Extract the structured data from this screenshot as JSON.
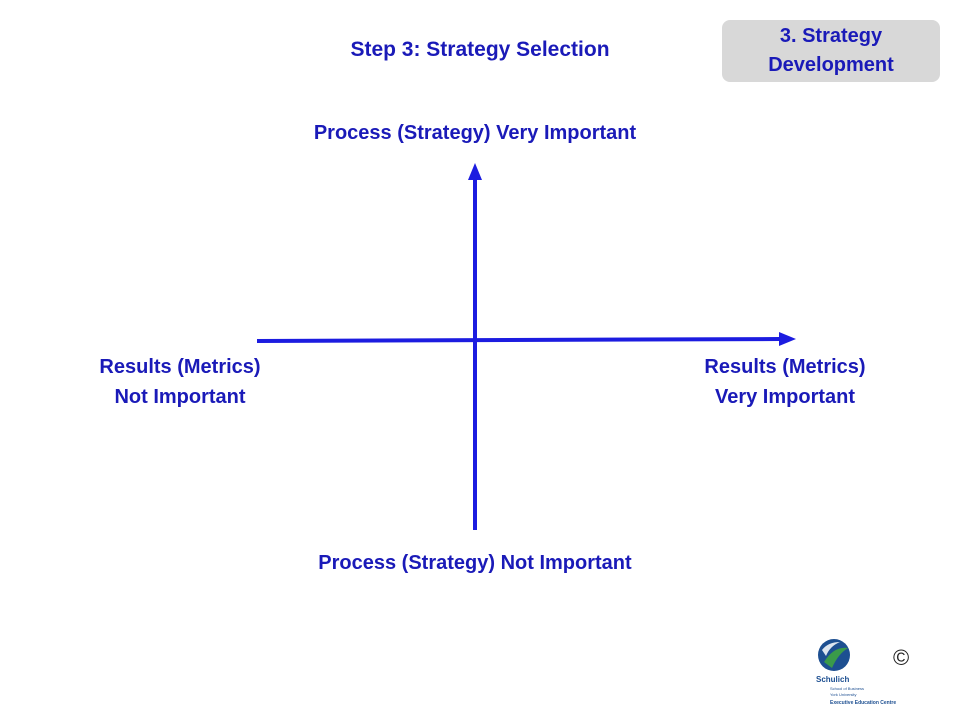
{
  "slide": {
    "title": "Step 3: Strategy Selection",
    "badge_line1": "3. Strategy",
    "badge_line2": "Development",
    "copyright": "©"
  },
  "axes": {
    "top_label": "Process (Strategy) Very Important",
    "bottom_label": "Process (Strategy) Not Important",
    "left_label": "Results (Metrics)\nNot Important",
    "right_label": "Results (Metrics)\n Very Important"
  },
  "logo": {
    "name": "Schulich",
    "line1": "School of Business",
    "line2": "York University",
    "line3": "Executive Education Centre"
  },
  "colors": {
    "text": "#1a1ab8",
    "axis": "#1c1ce0",
    "badge_bg": "#d8d8d8",
    "logo_blue": "#1d4f91",
    "logo_green": "#3a9a4a"
  }
}
